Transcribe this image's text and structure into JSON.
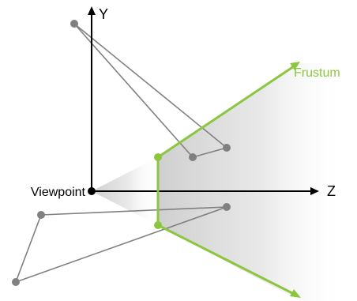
{
  "labels": {
    "y_axis": "Y",
    "z_axis": "Z",
    "viewpoint": "Viewpoint",
    "frustum": "Frustum"
  },
  "colors": {
    "axis": "#000000",
    "frustum": "#8cc63f",
    "edges": "#808080",
    "points": "#808080",
    "shade": "#d0d0d0",
    "background": "#ffffff"
  }
}
